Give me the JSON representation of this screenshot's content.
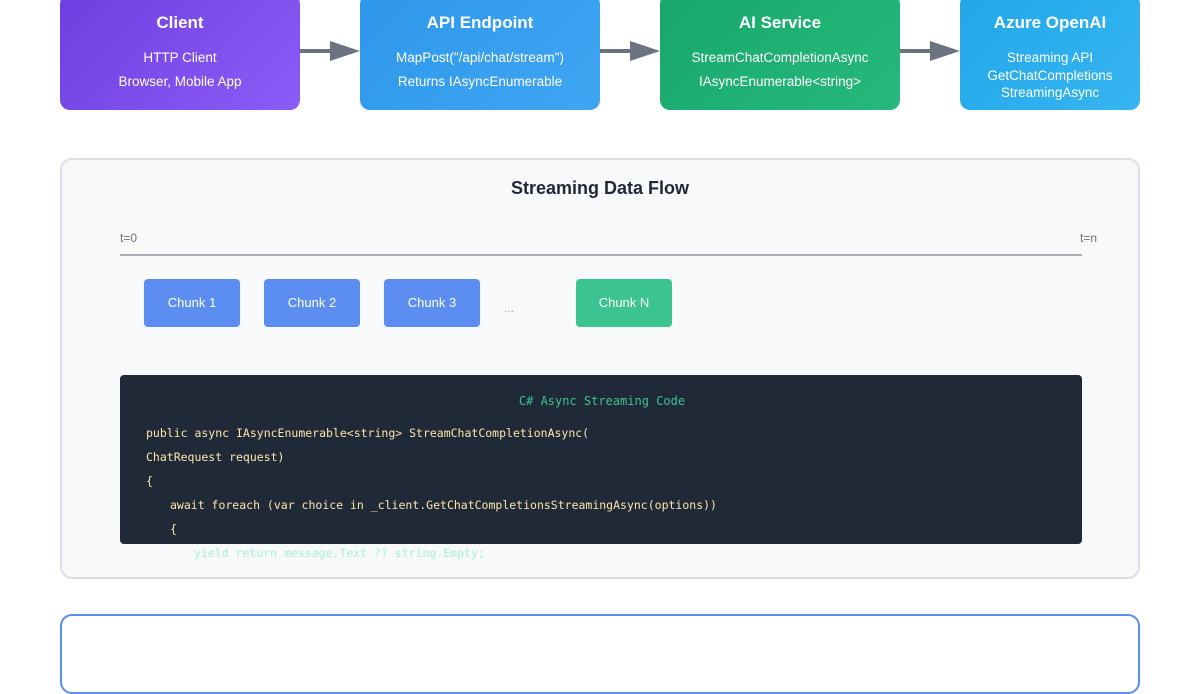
{
  "components": [
    {
      "title": "Client",
      "lines": [
        "HTTP Client",
        "Browser, Mobile App"
      ]
    },
    {
      "title": "API Endpoint",
      "lines": [
        "MapPost(\"/api/chat/stream\")",
        "Returns IAsyncEnumerable"
      ]
    },
    {
      "title": "AI Service",
      "lines": [
        "StreamChatCompletionAsync",
        "IAsyncEnumerable<string>"
      ]
    },
    {
      "title": "Azure OpenAI",
      "lines": [
        "Streaming API",
        "GetChatCompletions",
        "StreamingAsync"
      ]
    }
  ],
  "flow": {
    "title": "Streaming Data Flow",
    "t_start": "t=0",
    "t_end": "t=n",
    "chunks": [
      "Chunk 1",
      "Chunk 2",
      "Chunk 3",
      "Chunk N"
    ],
    "ellipsis": "..."
  },
  "code": {
    "title": "C# Async Streaming Code",
    "lines": [
      "public async IAsyncEnumerable<string> StreamChatCompletionAsync(",
      "ChatRequest request)",
      "{",
      "await foreach (var choice in _client.GetChatCompletionsStreamingAsync(options))",
      "{",
      "yield return message.Text ?? string.Empty;"
    ]
  },
  "colors": {
    "client": "#7c4dea",
    "api": "#3aa1ef",
    "ai_service": "#20b074",
    "azure": "#2cafee",
    "chunk": "#5b8ef0",
    "chunk_final": "#3cc490",
    "code_bg": "#1f2937"
  }
}
